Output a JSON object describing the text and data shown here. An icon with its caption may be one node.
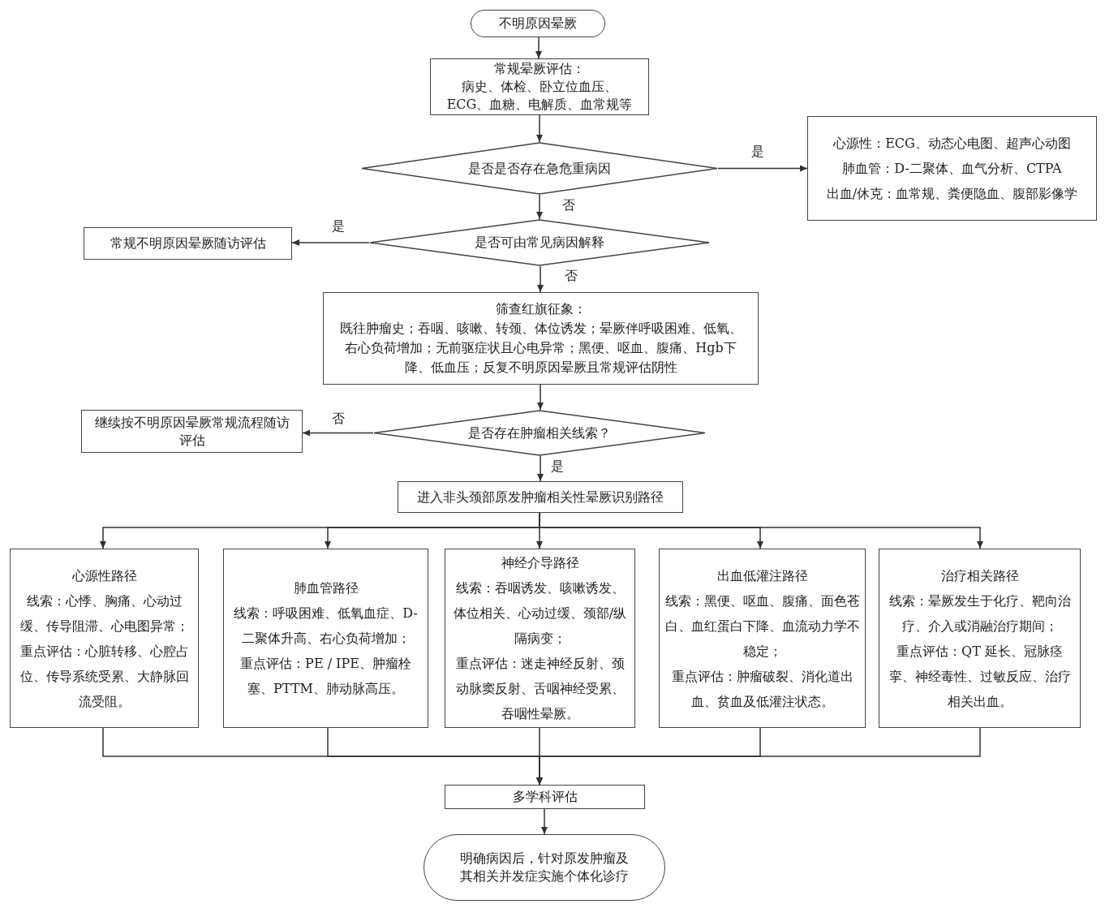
{
  "diagram": {
    "nodes": [
      {
        "text": [
          "不明原因晕厥"
        ]
      },
      {
        "text": [
          "常规晕厥评估：",
          "病史、体检、卧立位血压、ECG、血糖、电解质、血常规等"
        ]
      },
      {
        "text": [
          "是否是否存在急危重病因"
        ]
      },
      {
        "text": [
          "心源性：ECG、动态心电图、超声心动图",
          "肺血管：D-二聚体、血气分析、CTPA",
          "出血/休克：血常规、粪便隐血、腹部影像学"
        ]
      },
      {
        "text": [
          "是否可由常见病因解释"
        ]
      },
      {
        "text": [
          "常规不明原因晕厥随访评估"
        ]
      },
      {
        "text": [
          "筛查红旗征象：",
          "既往肿瘤史；吞咽、咳嗽、转颈、体位诱发；晕厥伴呼吸困难、低氧、右心负荷增加；无前驱症状且心电异常；黑便、呕血、腹痛、Hgb下降、低血压；反复不明原因晕厥且常规评估阴性"
        ]
      },
      {
        "text": [
          "是否存在肿瘤相关线索？"
        ]
      },
      {
        "text": [
          "继续按不明原因晕厥常规流程随访评估"
        ]
      },
      {
        "text": [
          "进入非头颈部原发肿瘤相关性晕厥识别路径"
        ]
      },
      {
        "text": [
          "心源性路径",
          "线索：心悸、胸痛、心动过缓、传导阻滞、心电图异常；",
          "重点评估：心脏转移、心腔占位、传导系统受累、大静脉回流受阻。"
        ]
      },
      {
        "text": [
          "肺血管路径",
          "线索：呼吸困难、低氧血症、D-二聚体升高、右心负荷增加；",
          "重点评估：PE / IPE、肿瘤栓塞、PTTM、肺动脉高压。"
        ]
      },
      {
        "text": [
          "神经介导路径",
          "线索：吞咽诱发、咳嗽诱发、体位相关、心动过缓、颈部/纵隔病变；",
          "重点评估：迷走神经反射、颈动脉窦反射、舌咽神经受累、吞咽性晕厥。"
        ]
      },
      {
        "text": [
          "出血低灌注路径",
          "线索：黑便、呕血、腹痛、面色苍白、血红蛋白下降、血流动力学不稳定；",
          "重点评估：肿瘤破裂、消化道出血、贫血及低灌注状态。"
        ]
      },
      {
        "text": [
          "治疗相关路径",
          "线索：晕厥发生于化疗、靶向治疗、介入或消融治疗期间；",
          "重点评估：QT 延长、冠脉痉挛、神经毒性、过敏反应、治疗相关出血。"
        ]
      },
      {
        "text": [
          "多学科评估"
        ]
      },
      {
        "text": [
          "明确病因后，针对原发肿瘤及其相关并发症实施个体化诊疗"
        ]
      }
    ],
    "edges": [
      {
        "from": 0,
        "to": 1,
        "arrow": "to"
      },
      {
        "from": 1,
        "to": 2,
        "arrow": "to"
      },
      {
        "from": 2,
        "to": 3,
        "arrow": "to",
        "label": "是"
      },
      {
        "from": 2,
        "to": 4,
        "arrow": "to",
        "label": "否"
      },
      {
        "from": 4,
        "to": 5,
        "arrow": "to",
        "label": "是"
      },
      {
        "from": 4,
        "to": 6,
        "arrow": "to",
        "label": "否"
      },
      {
        "from": 6,
        "to": 7,
        "arrow": "to"
      },
      {
        "from": 7,
        "to": 8,
        "arrow": "to",
        "label": "否"
      },
      {
        "from": 7,
        "to": 9,
        "arrow": "to",
        "label": "是"
      },
      {
        "from": 9,
        "to": 10,
        "arrow": "to"
      },
      {
        "from": 9,
        "to": 11,
        "arrow": "to"
      },
      {
        "from": 9,
        "to": 12,
        "arrow": "to"
      },
      {
        "from": 9,
        "to": 13,
        "arrow": "to"
      },
      {
        "from": 9,
        "to": 14,
        "arrow": "to"
      },
      {
        "from": 10,
        "to": 15,
        "arrow": "to"
      },
      {
        "from": 11,
        "to": 15,
        "arrow": "to"
      },
      {
        "from": 12,
        "to": 15,
        "arrow": "to"
      },
      {
        "from": 13,
        "to": 15,
        "arrow": "to"
      },
      {
        "from": 14,
        "to": 15,
        "arrow": "to"
      },
      {
        "from": 15,
        "to": 16,
        "arrow": "to"
      }
    ]
  }
}
